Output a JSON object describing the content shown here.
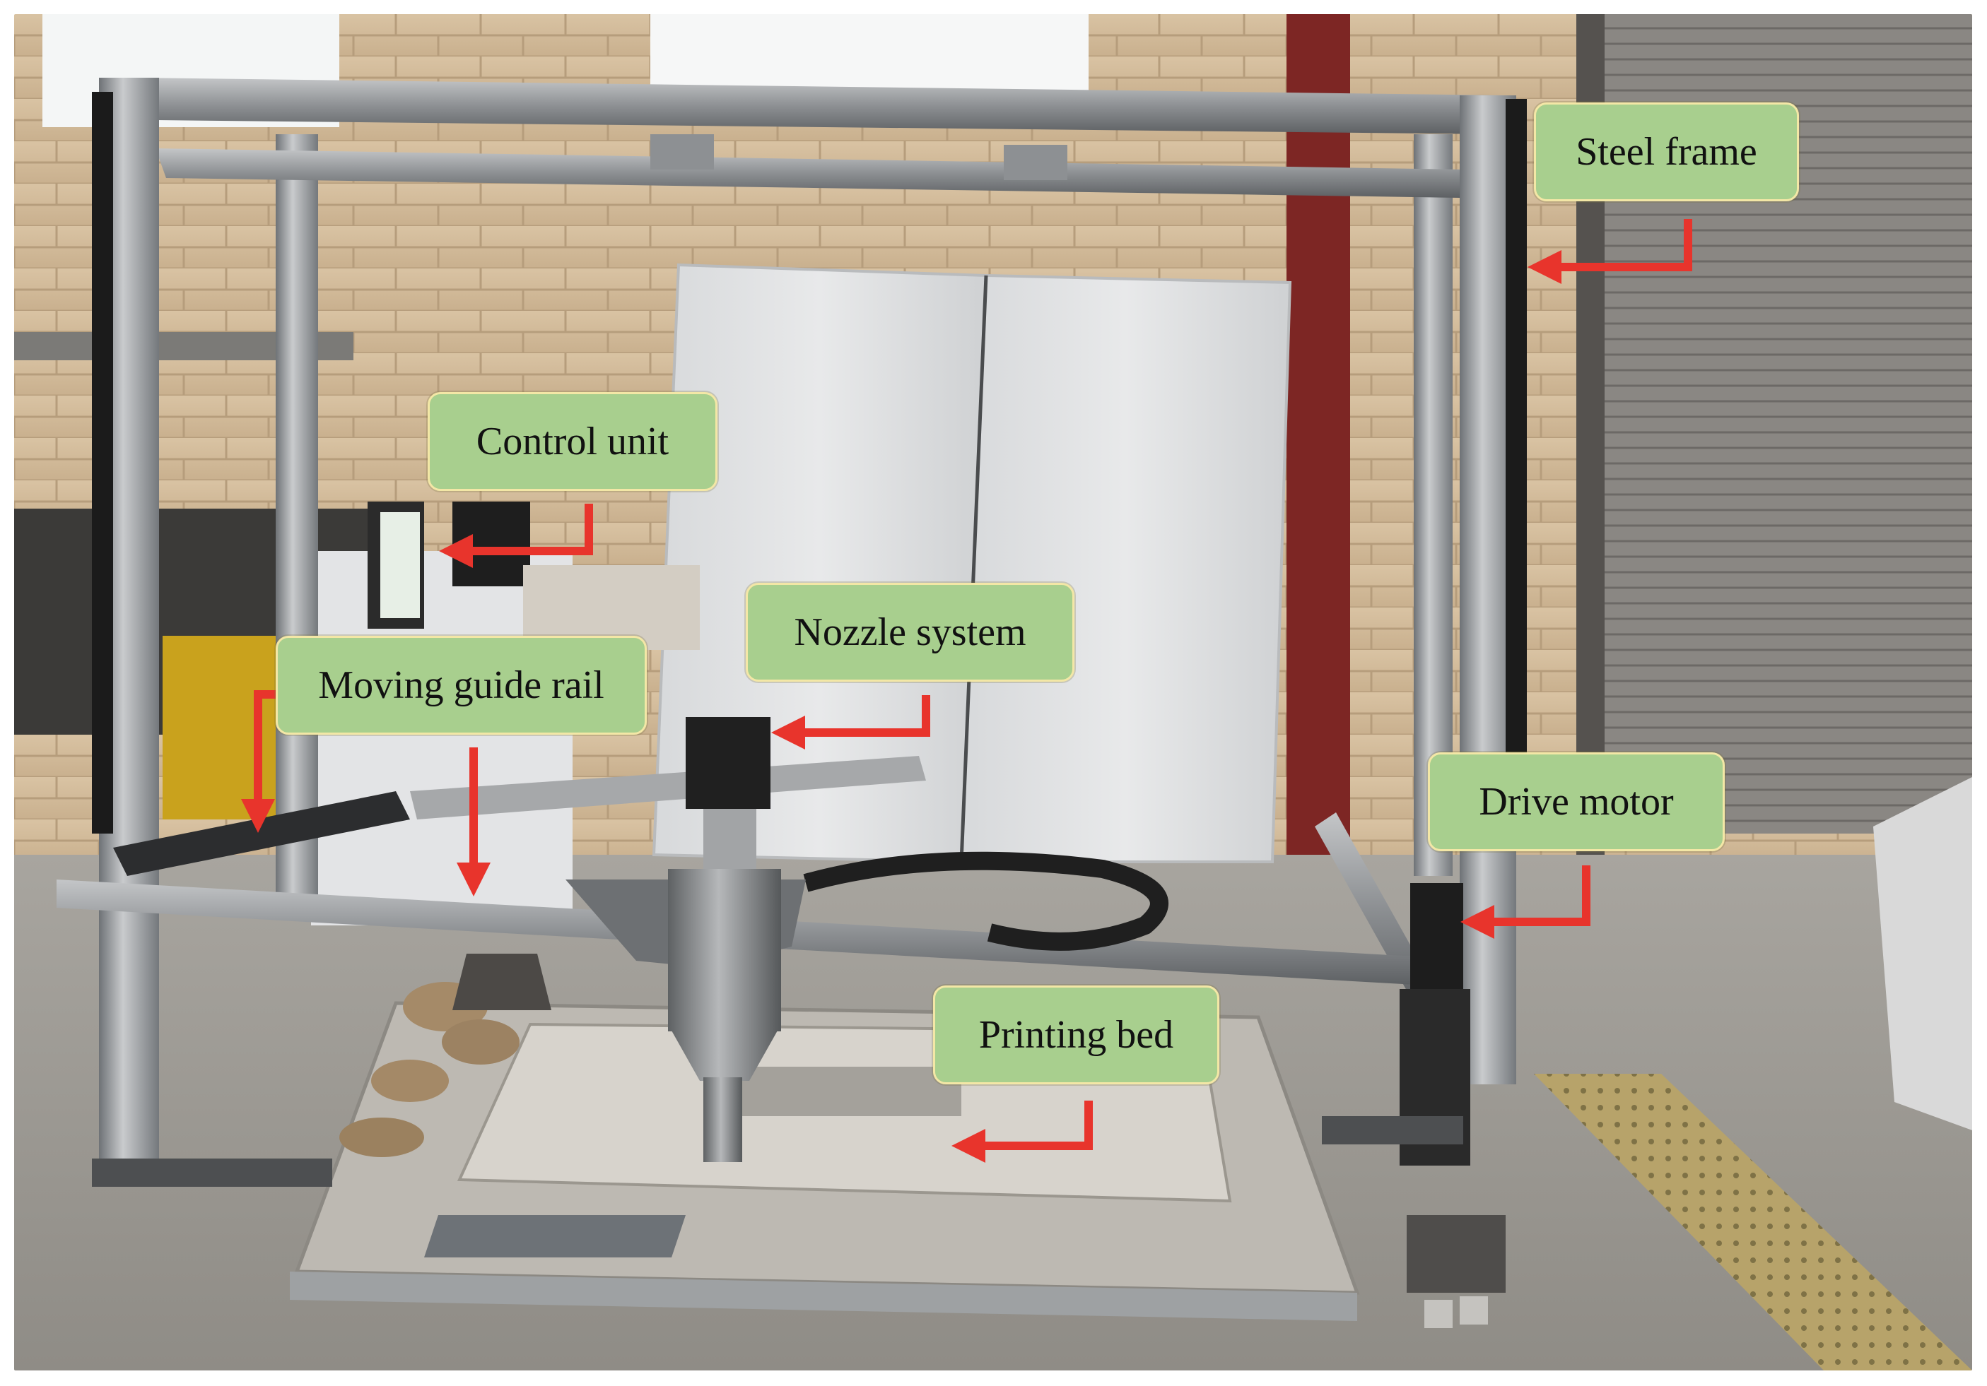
{
  "image": {
    "alt": "3D concrete printer in a laboratory with labeled components",
    "colors": {
      "callout_fill": "#a8cf8e",
      "callout_border": "#f3e7a6",
      "arrow": "#e8342c"
    }
  },
  "labels": {
    "steel_frame": "Steel frame",
    "control_unit": "Control unit",
    "nozzle_system": "Nozzle system",
    "moving_guide_rail": "Moving guide rail",
    "drive_motor": "Drive motor",
    "printing_bed": "Printing bed"
  }
}
